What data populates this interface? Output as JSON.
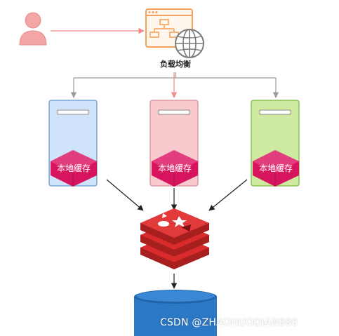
{
  "load_balancer": {
    "label": "负载均衡"
  },
  "servers": [
    {
      "cache_label": "本地缓存",
      "fill": "#cfe3fb",
      "stroke": "#7aa7d6"
    },
    {
      "cache_label": "本地缓存",
      "fill": "#f8c9cd",
      "stroke": "#d99aa0"
    },
    {
      "cache_label": "本地缓存",
      "fill": "#cdeaa0",
      "stroke": "#8fbf55"
    }
  ],
  "colors": {
    "user": "#f4a6a6",
    "cube": "#d6155e",
    "redis": "#d92b2b",
    "db": "#2b78c4",
    "lb_icon": "#f3a35c"
  },
  "watermark": "CSDN @ZHAOHUODIAN888"
}
